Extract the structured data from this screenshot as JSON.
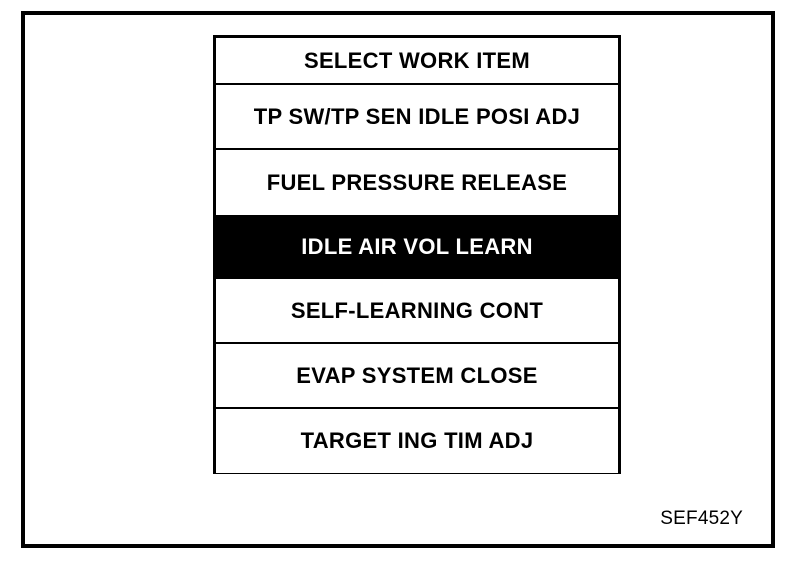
{
  "figure": {
    "caption": "SEF452Y",
    "frame_color": "#000000",
    "background_color": "#ffffff"
  },
  "menu": {
    "header": {
      "label": "SELECT WORK ITEM",
      "selected": false
    },
    "selected_index": 3,
    "highlight_bg": "#000000",
    "highlight_fg": "#ffffff",
    "items": [
      {
        "label": "TP SW/TP SEN IDLE POSI ADJ",
        "selected": false
      },
      {
        "label": "FUEL PRESSURE RELEASE",
        "selected": false
      },
      {
        "label": "IDLE AIR VOL LEARN",
        "selected": true
      },
      {
        "label": "SELF-LEARNING CONT",
        "selected": false
      },
      {
        "label": "EVAP SYSTEM CLOSE",
        "selected": false
      },
      {
        "label": "TARGET ING TIM ADJ",
        "selected": false
      }
    ]
  }
}
